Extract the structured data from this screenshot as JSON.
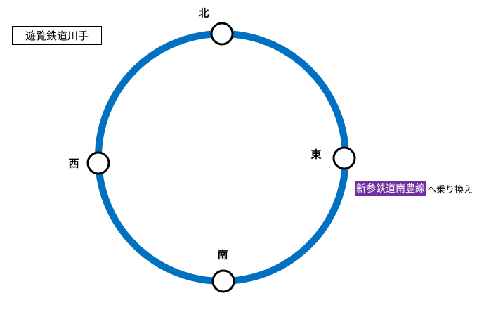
{
  "title": "遊覧鉄道川手",
  "line_color": "#0070C0",
  "stations": {
    "north": "北",
    "east": "東",
    "south": "南",
    "west": "西"
  },
  "transfer": {
    "line_name": "新参鉄道南豊線",
    "line_color": "#7030A0",
    "suffix": "へ乗り換え"
  }
}
